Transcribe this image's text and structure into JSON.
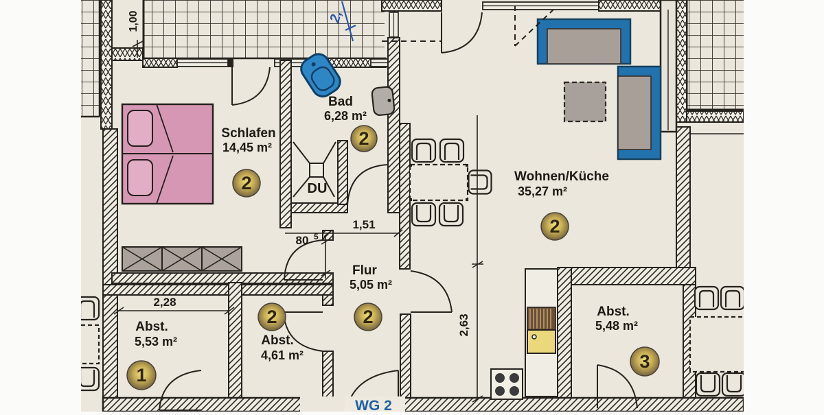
{
  "plan": {
    "unit": {
      "label": "WG 2"
    },
    "rooms": {
      "schlafen": {
        "name": "Schlafen",
        "area": "14,45 m²",
        "badge": "2"
      },
      "bad": {
        "name": "Bad",
        "area": "6,28 m²",
        "badge": "2"
      },
      "wohnen": {
        "name": "Wohnen/Küche",
        "area": "35,27 m²",
        "badge": "2"
      },
      "flur": {
        "name": "Flur",
        "area": "5,05 m²",
        "badge": "2"
      },
      "abst_left": {
        "name": "Abst.",
        "area": "5,53 m²",
        "badge": "1"
      },
      "abst_mid": {
        "name": "Abst.",
        "area": "4,61 m²",
        "badge": "2"
      },
      "abst_right": {
        "name": "Abst.",
        "area": "5,48 m²",
        "badge": "3"
      }
    },
    "labels": {
      "shower": "DU"
    },
    "dimensions": {
      "side_terrace_width": "1,00",
      "flur_width": "1,51",
      "door_width": "80",
      "door_width_sup": "5",
      "abst_left_width": "2,28",
      "kitchen_depth": "2,63",
      "handwritten": "2,"
    },
    "colors": {
      "paper": "#ebe7dc",
      "line": "#26221e",
      "bed_pink": "#d697b4",
      "fixture_blue": "#2f86c5",
      "sofa_blue": "#2272ae",
      "furniture_gray": "#a89f99",
      "sink_yellow": "#ead87b",
      "badge_gold": "#cdb258",
      "unit_label_blue": "#1f5fa8",
      "annotation_blue": "#2a56a8"
    }
  }
}
